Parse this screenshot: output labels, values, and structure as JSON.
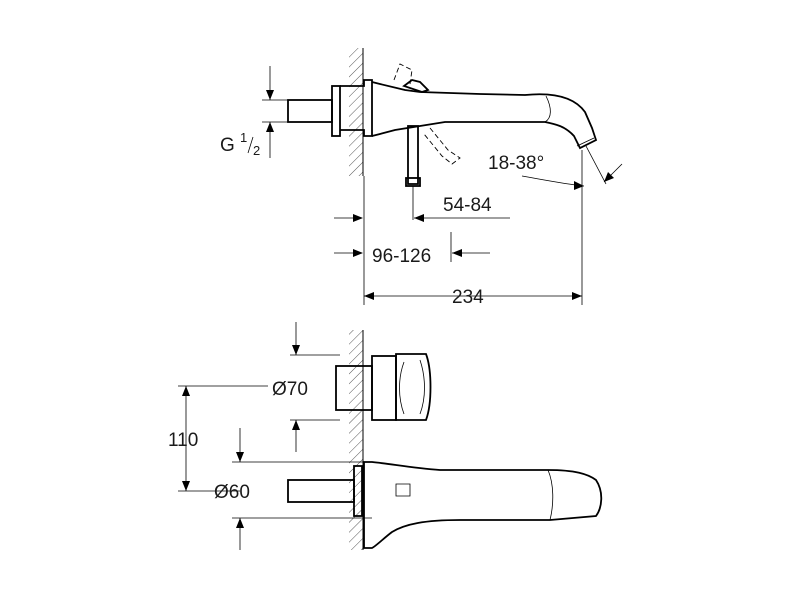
{
  "drawing": {
    "labels": {
      "thread": "G",
      "thread_num": "1",
      "thread_den": "2",
      "angle": "18-38°",
      "dim_54_84": "54-84",
      "dim_96_126": "96-126",
      "dim_234": "234",
      "dia_70": "Ø70",
      "dim_110": "110",
      "dia_60": "Ø60"
    }
  }
}
